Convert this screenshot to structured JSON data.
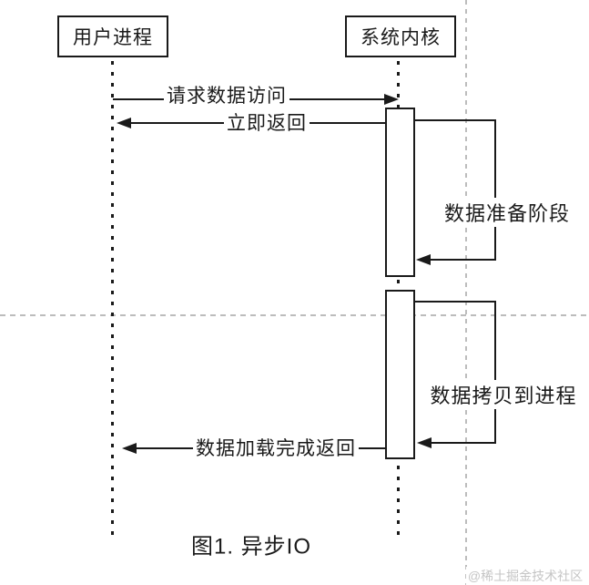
{
  "diagram": {
    "actors": [
      {
        "id": "user-process",
        "label": "用户进程"
      },
      {
        "id": "system-kernel",
        "label": "系统内核"
      }
    ],
    "messages": [
      {
        "id": "request-data-access",
        "label": "请求数据访问",
        "direction": "right"
      },
      {
        "id": "immediate-return",
        "label": "立即返回",
        "direction": "left"
      },
      {
        "id": "data-load-complete",
        "label": "数据加载完成返回",
        "direction": "left"
      }
    ],
    "phases": [
      {
        "id": "data-prepare",
        "label": "数据准备阶段"
      },
      {
        "id": "data-copy",
        "label": "数据拷贝到进程"
      }
    ],
    "caption": "图1. 异步IO",
    "watermark": "@稀土掘金技术社区",
    "colors": {
      "line": "#1a1a1a",
      "guide": "#bcbcbc",
      "watermark_text": "#c5c5c5",
      "background": "#ffffff"
    }
  }
}
